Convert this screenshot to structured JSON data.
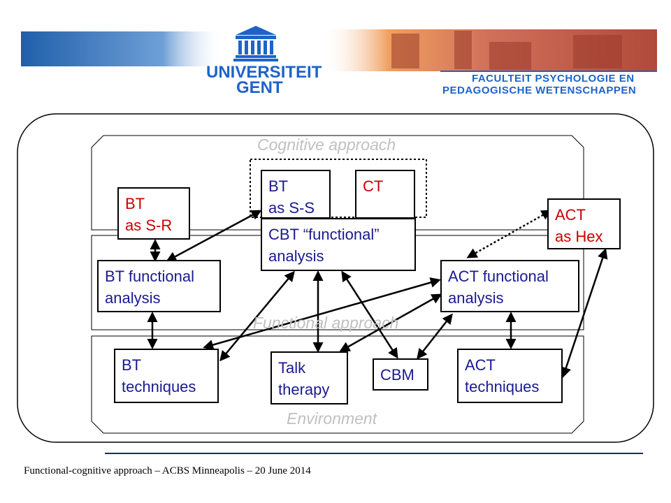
{
  "header": {
    "logo_line1": "UNIVERSITEIT",
    "logo_line2": "GENT",
    "faculty_line1": "FACULTEIT PSYCHOLOGIE EN",
    "faculty_line2": "PEDAGOGISCHE WETENSCHAPPEN"
  },
  "zones": {
    "cognitive": "Cognitive approach",
    "functional": "Functional approach",
    "environment": "Environment"
  },
  "boxes": {
    "bt_sr": "BT\nas S-R",
    "bt_ss": "BT\nas S-S",
    "ct": "CT",
    "cbt_functional": "CBT “functional”\nanalysis",
    "act_hex": "ACT\nas Hex",
    "bt_functional": "BT functional\nanalysis",
    "act_functional": "ACT functional\nanalysis",
    "bt_techniques": "BT\ntechniques",
    "talk_therapy": "Talk\ntherapy",
    "cbm": "CBM",
    "act_techniques": "ACT\ntechniques"
  },
  "colors": {
    "brand_blue": "#1e64c8",
    "red_text": "#cc0000",
    "navy_text": "#1a1a90",
    "green_text": "#1a6a1a"
  },
  "footer": {
    "text": "Functional-cognitive approach – ACBS Minneapolis – 20 June 2014"
  }
}
